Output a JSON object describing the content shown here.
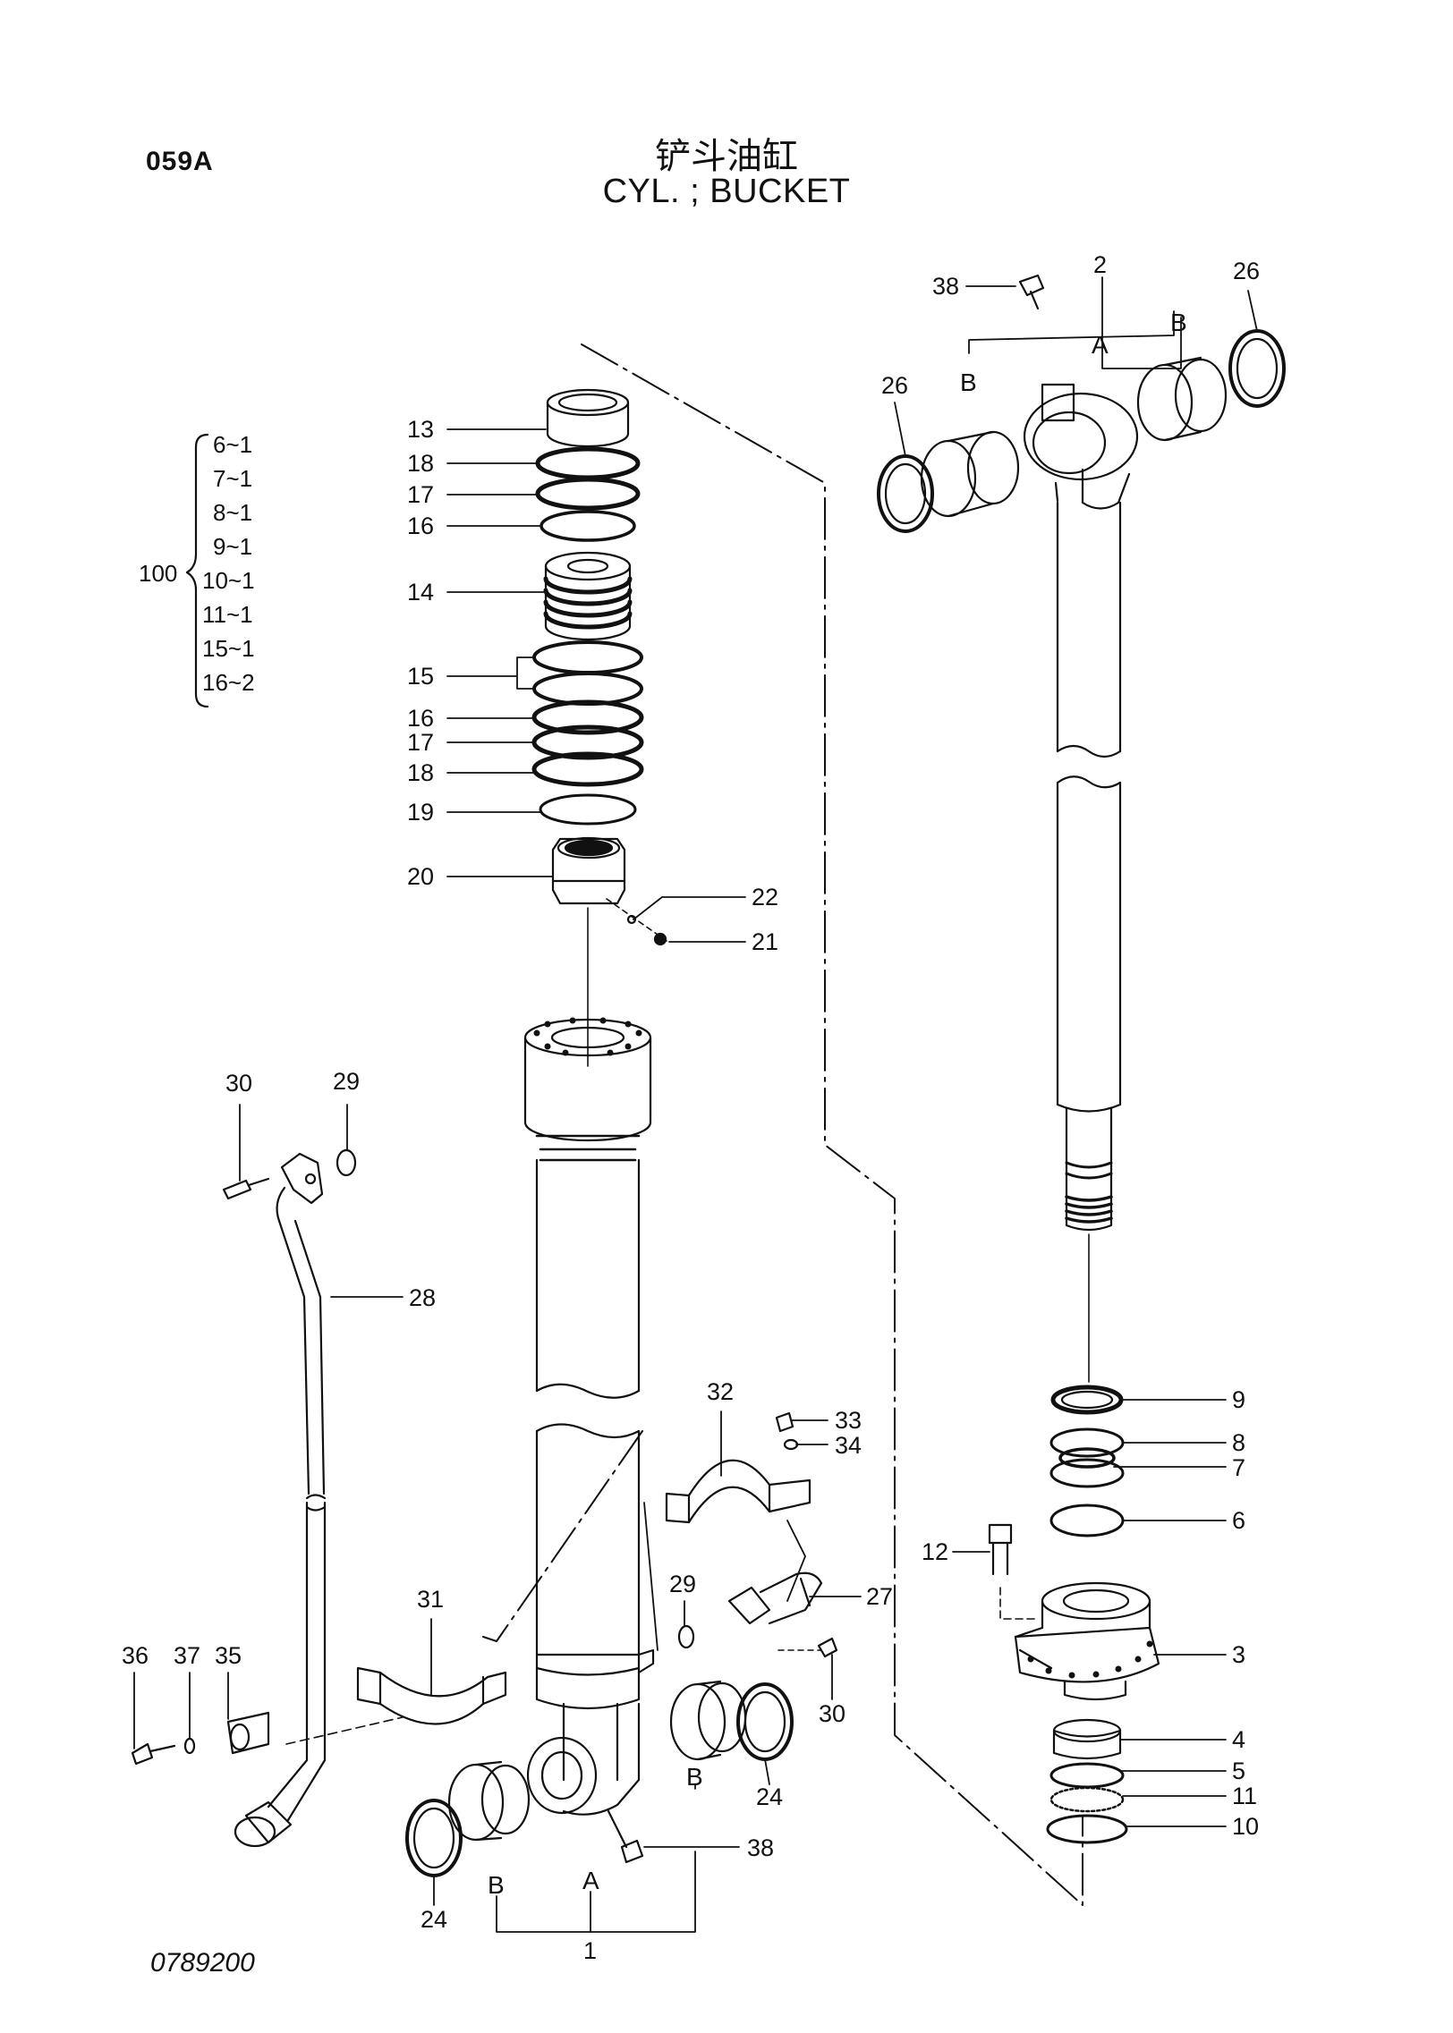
{
  "header": {
    "page_code": "059A",
    "title_cn": "铲斗油缸",
    "title_en": "CYL. ; BUCKET"
  },
  "footer": {
    "doc_number": "0789200"
  },
  "kit": {
    "number": "100",
    "entries": [
      "6~1",
      "7~1",
      "8~1",
      "9~1",
      "10~1",
      "11~1",
      "15~1",
      "16~2"
    ]
  },
  "callouts": {
    "c13": "13",
    "c18a": "18",
    "c17a": "17",
    "c16a": "16",
    "c14": "14",
    "c15": "15",
    "c16b": "16",
    "c17b": "17",
    "c18b": "18",
    "c19": "19",
    "c20": "20",
    "c22": "22",
    "c21": "21",
    "c38a": "38",
    "c2": "2",
    "c26a": "26",
    "c26b": "26",
    "c30a": "30",
    "c29a": "29",
    "c28": "28",
    "c32": "32",
    "c33": "33",
    "c34": "34",
    "c31": "31",
    "c29b": "29",
    "c27": "27",
    "c30b": "30",
    "c36": "36",
    "c37": "37",
    "c35": "35",
    "c24a": "24",
    "c24b": "24",
    "c38b": "38",
    "c1": "1",
    "c9": "9",
    "c8": "8",
    "c7": "7",
    "c6": "6",
    "c12": "12",
    "c3": "3",
    "c4": "4",
    "c5": "5",
    "c11": "11",
    "c10": "10"
  },
  "ref_letters": {
    "a_top": "A",
    "b_top_right": "B",
    "b_top_left": "B",
    "a_bottom": "A",
    "b_bottom_left": "B",
    "b_bottom_right": "B"
  }
}
